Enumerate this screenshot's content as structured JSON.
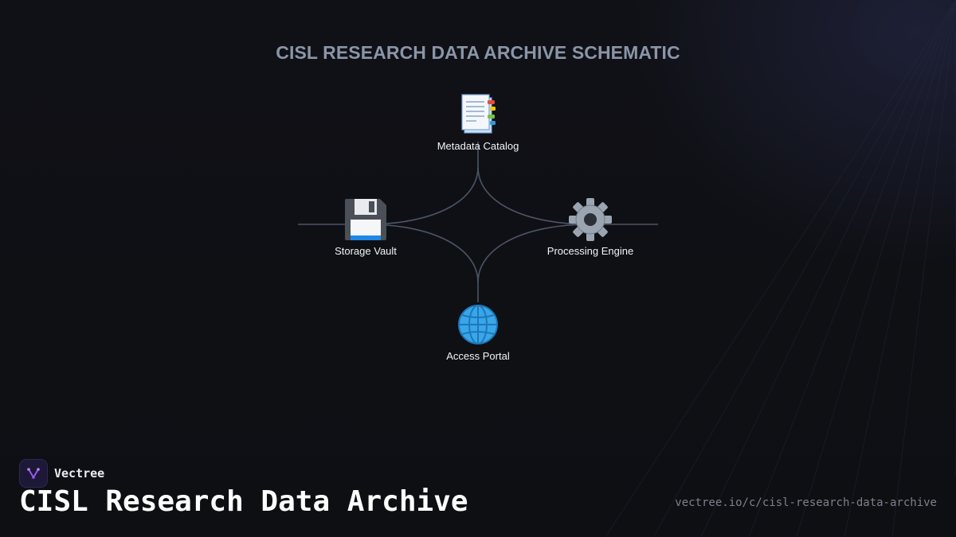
{
  "diagram": {
    "title": "CISL RESEARCH DATA ARCHIVE SCHEMATIC",
    "nodes": [
      {
        "id": "metadata",
        "label": "Metadata Catalog",
        "icon": "bookmark-tabs-icon"
      },
      {
        "id": "storage",
        "label": "Storage Vault",
        "icon": "floppy-disk-icon"
      },
      {
        "id": "processing",
        "label": "Processing Engine",
        "icon": "gear-icon"
      },
      {
        "id": "access",
        "label": "Access Portal",
        "icon": "globe-icon"
      }
    ],
    "edges": [
      {
        "from": "metadata",
        "to": "storage"
      },
      {
        "from": "metadata",
        "to": "processing"
      },
      {
        "from": "storage",
        "to": "access"
      },
      {
        "from": "processing",
        "to": "access"
      }
    ],
    "colors": {
      "edge": "#4a5566",
      "title": "#8a95a8",
      "background": "#0f1014"
    }
  },
  "footer": {
    "brand_name": "Vectree",
    "page_title": "CISL Research Data Archive",
    "url": "vectree.io/c/cisl-research-data-archive"
  }
}
